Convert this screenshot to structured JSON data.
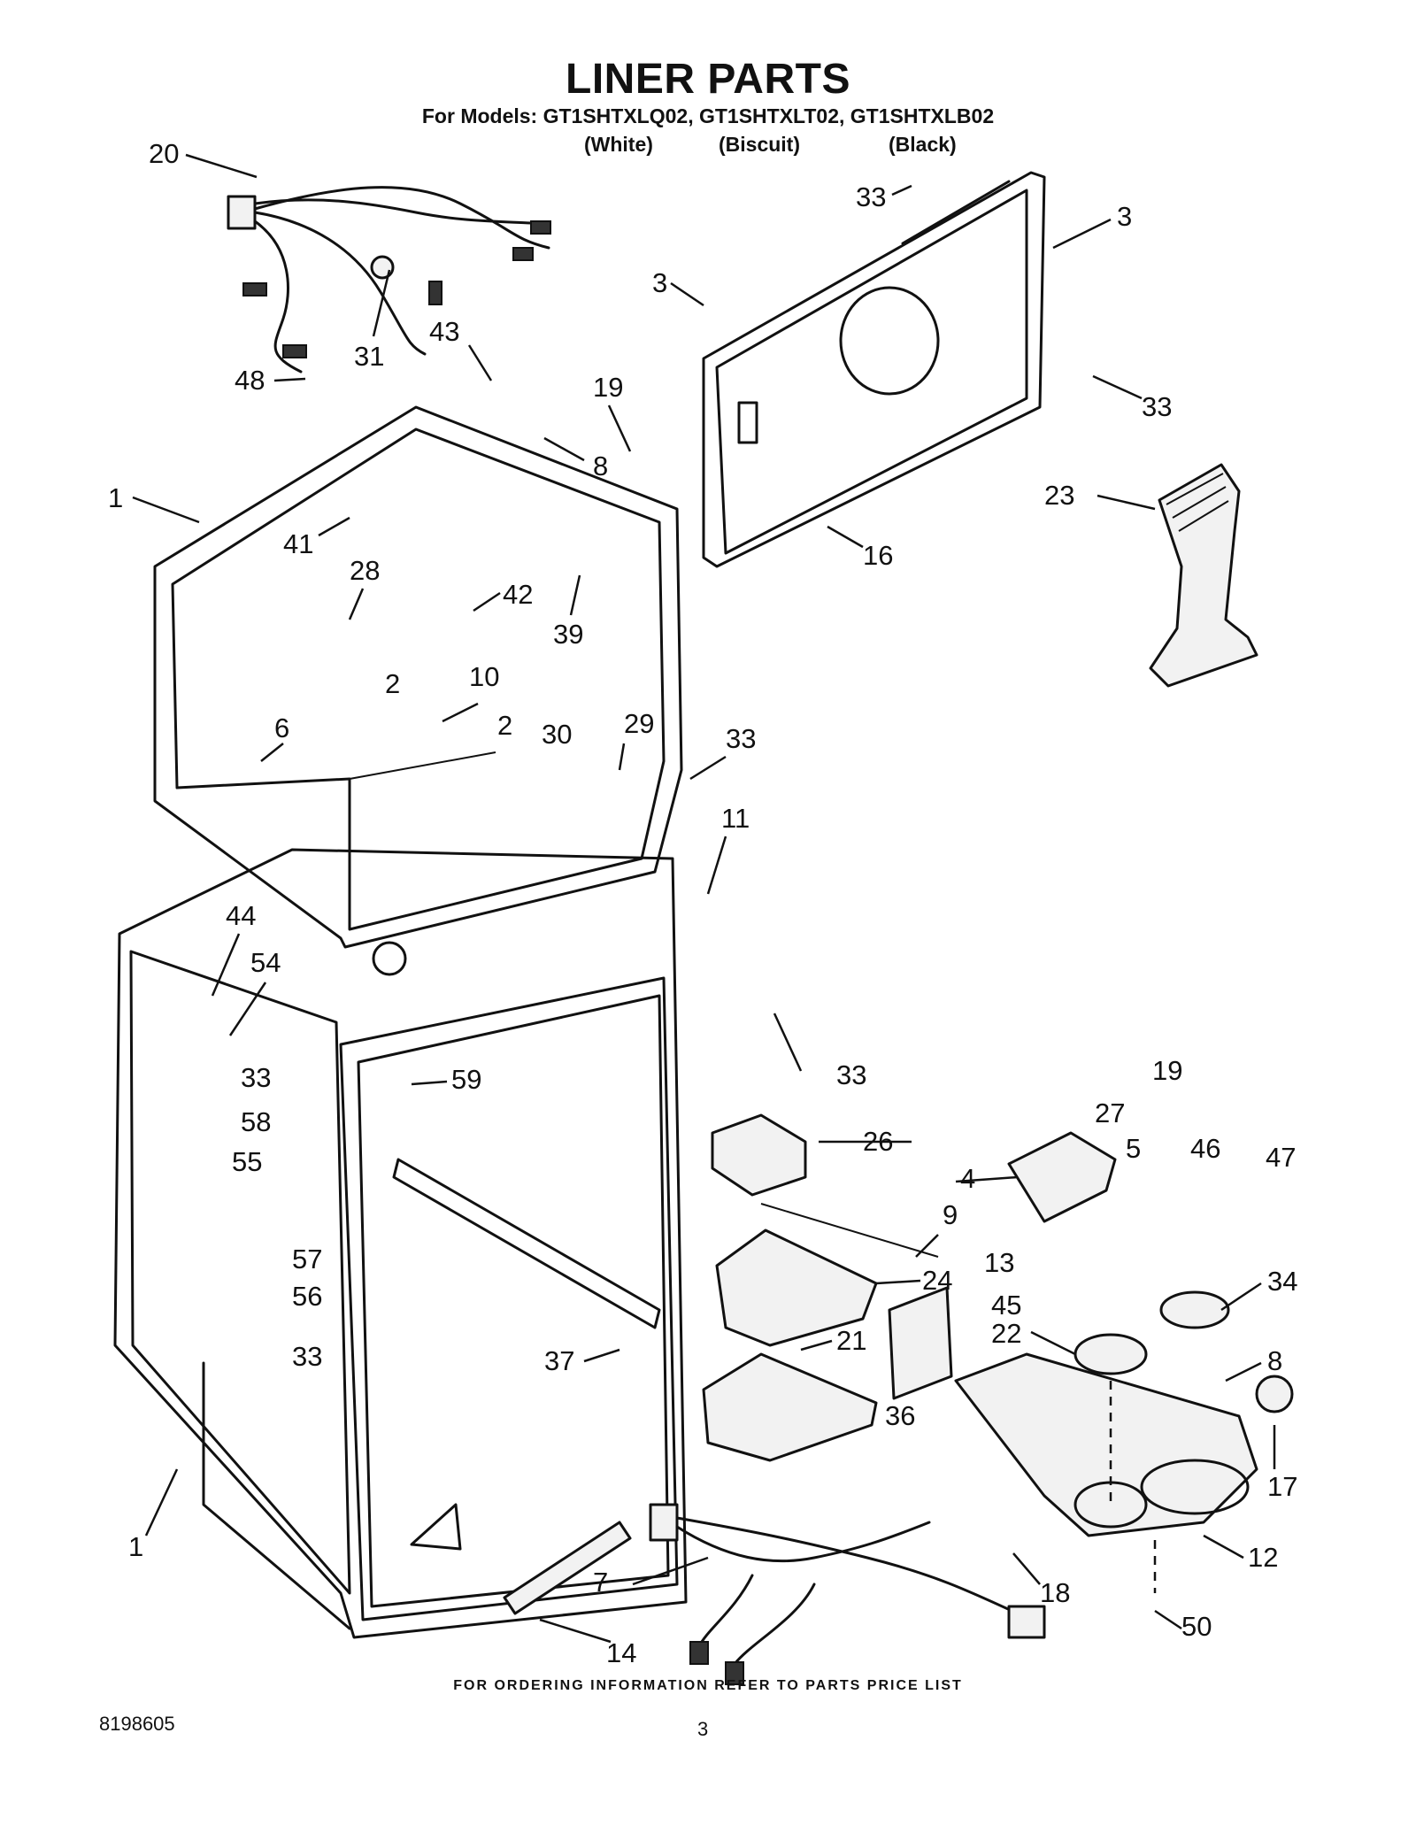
{
  "header": {
    "title": "LINER PARTS",
    "models_line": "For Models: GT1SHTXLQ02, GT1SHTXLT02, GT1SHTXLB02",
    "colors": [
      "(White)",
      "(Biscuit)",
      "(Black)"
    ]
  },
  "callouts": [
    "20",
    "31",
    "43",
    "48",
    "19",
    "8",
    "3",
    "3",
    "33",
    "33",
    "1",
    "41",
    "28",
    "42",
    "39",
    "16",
    "23",
    "2",
    "10",
    "6",
    "2",
    "30",
    "29",
    "33",
    "11",
    "44",
    "54",
    "33",
    "33",
    "59",
    "58",
    "55",
    "57",
    "56",
    "33",
    "19",
    "27",
    "26",
    "4",
    "5",
    "46",
    "47",
    "9",
    "13",
    "24",
    "34",
    "45",
    "22",
    "21",
    "37",
    "8",
    "36",
    "17",
    "12",
    "7",
    "18",
    "50",
    "1",
    "14"
  ],
  "footer": {
    "ordering_note": "FOR ORDERING INFORMATION REFER TO PARTS PRICE LIST",
    "doc_number": "8198605",
    "page_number": "3"
  }
}
